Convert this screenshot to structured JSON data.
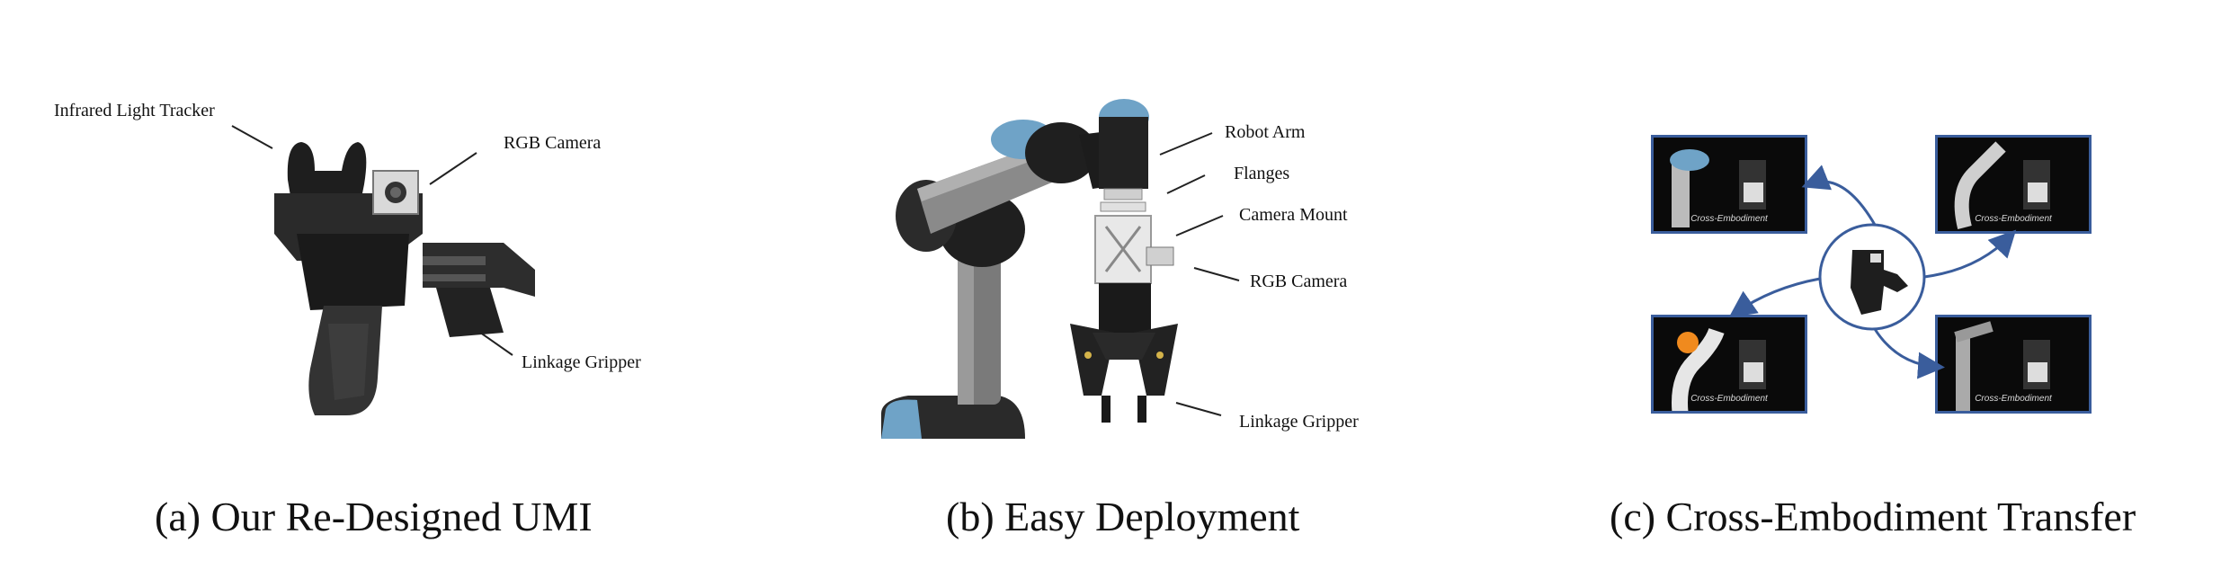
{
  "panel_a": {
    "caption": "(a) Our Re-Designed UMI",
    "labels": {
      "tracker": "Infrared Light Tracker",
      "camera": "RGB Camera",
      "gripper": "Linkage Gripper"
    }
  },
  "panel_b": {
    "caption": "(b) Easy Deployment",
    "labels": {
      "arm": "Robot Arm",
      "flanges": "Flanges",
      "mount": "Camera Mount",
      "camera": "RGB Camera",
      "gripper": "Linkage Gripper"
    }
  },
  "panel_c": {
    "caption": "(c) Cross-Embodiment Transfer",
    "thumb_text": "Cross-Embodiment"
  },
  "colors": {
    "arrow": "#3a5d9c",
    "robot_blue": "#6fa3c7",
    "dark_metal": "#1c1c1c"
  }
}
